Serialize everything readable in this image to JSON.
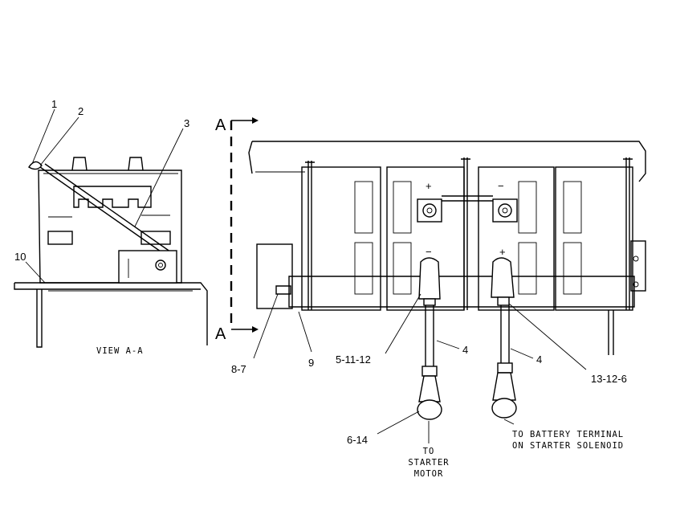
{
  "view_label": "VIEW A-A",
  "section_marker": "A",
  "callouts": {
    "c1": "1",
    "c2": "2",
    "c3": "3",
    "c10": "10",
    "c8_7": "8-7",
    "c9": "9",
    "c5_11_12": "5-11-12",
    "c4_left": "4",
    "c4_right": "4",
    "c13_12_6": "13-12-6",
    "c6_14": "6-14"
  },
  "polarity": {
    "plus": "+",
    "minus": "−"
  },
  "notes": {
    "starter_motor": [
      "TO",
      "STARTER",
      "MOTOR"
    ],
    "battery_terminal": [
      "TO BATTERY TERMINAL",
      "ON STARTER SOLENOID"
    ]
  }
}
